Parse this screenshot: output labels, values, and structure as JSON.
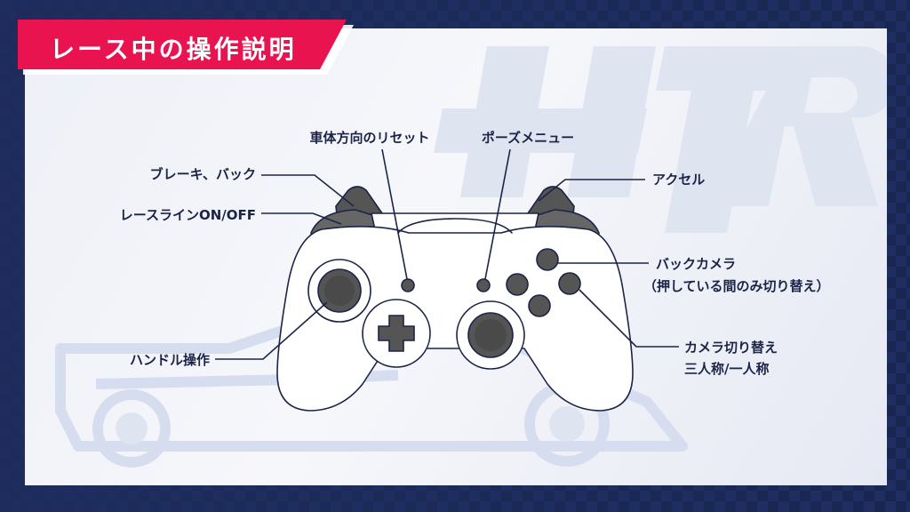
{
  "title": "レース中の操作説明",
  "watermark": "HTR",
  "colors": {
    "accent": "#e8134f",
    "navy": "#1e2d5e",
    "label": "#1b2447",
    "controller_fill": "#ffffff",
    "controller_stroke": "#1b2447",
    "button_dark": "#555555"
  },
  "labels": {
    "reset_direction": "車体方向のリセット",
    "pause_menu": "ポーズメニュー",
    "brake_back": "ブレーキ、バック",
    "accel": "アクセル",
    "race_line": "レースラインON/OFF",
    "back_camera": "バックカメラ",
    "back_camera_note": "（押している間のみ切り替え）",
    "steering": "ハンドル操作",
    "camera_switch": "カメラ切り替え",
    "camera_switch_note": "三人称/一人称"
  }
}
